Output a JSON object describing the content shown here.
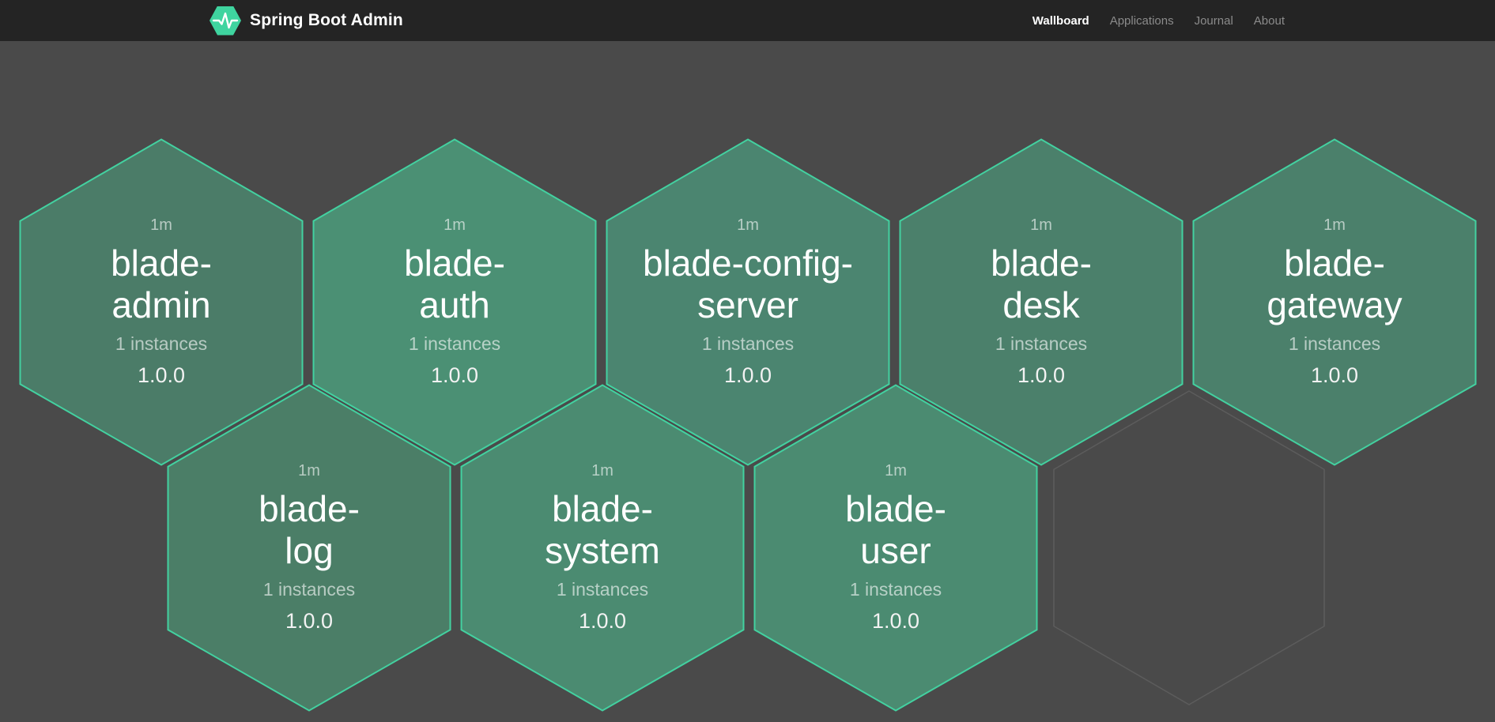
{
  "navbar": {
    "brand": "Spring Boot Admin",
    "items": [
      {
        "label": "Wallboard",
        "active": true
      },
      {
        "label": "Applications",
        "active": false
      },
      {
        "label": "Journal",
        "active": false
      },
      {
        "label": "About",
        "active": false
      }
    ]
  },
  "colors": {
    "page_bg": "#4a4a4a",
    "navbar_bg": "#242424",
    "brand_green": "#3fd49f",
    "hex_border": "#43d1a0",
    "placeholder_border": "#5c5c5c"
  },
  "wallboard": {
    "apps": [
      {
        "name": "blade-\nadmin",
        "uptime": "1m",
        "instances": "1 instances",
        "version": "1.0.0",
        "fill": "#4b7c68"
      },
      {
        "name": "blade-\nauth",
        "uptime": "1m",
        "instances": "1 instances",
        "version": "1.0.0",
        "fill": "#4b9074"
      },
      {
        "name": "blade-config-\nserver",
        "uptime": "1m",
        "instances": "1 instances",
        "version": "1.0.0",
        "fill": "#4b8570"
      },
      {
        "name": "blade-\ndesk",
        "uptime": "1m",
        "instances": "1 instances",
        "version": "1.0.0",
        "fill": "#4b806b"
      },
      {
        "name": "blade-\ngateway",
        "uptime": "1m",
        "instances": "1 instances",
        "version": "1.0.0",
        "fill": "#4b806b"
      },
      {
        "name": "blade-\nlog",
        "uptime": "1m",
        "instances": "1 instances",
        "version": "1.0.0",
        "fill": "#4b7e67"
      },
      {
        "name": "blade-\nsystem",
        "uptime": "1m",
        "instances": "1 instances",
        "version": "1.0.0",
        "fill": "#4b8b71"
      },
      {
        "name": "blade-\nuser",
        "uptime": "1m",
        "instances": "1 instances",
        "version": "1.0.0",
        "fill": "#4b8b71"
      }
    ],
    "empty_slots": 1
  }
}
